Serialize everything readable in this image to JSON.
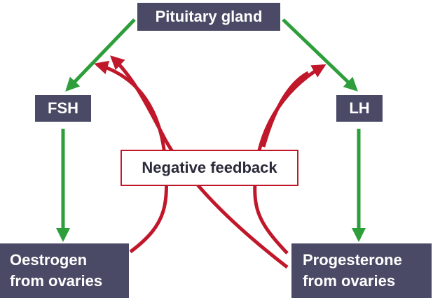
{
  "nodes": {
    "pituitary": "Pituitary gland",
    "fsh": "FSH",
    "lh": "LH",
    "oestrogen_line1": "Oestrogen",
    "oestrogen_line2": "from ovaries",
    "progesterone_line1": "Progesterone",
    "progesterone_line2": "from ovaries",
    "negative_feedback": "Negative feedback"
  },
  "colors": {
    "box_fill": "#4a4a66",
    "stimulate_arrow": "#2e9e3a",
    "feedback_arrow": "#c0182a",
    "label_text": "#ffffff"
  }
}
